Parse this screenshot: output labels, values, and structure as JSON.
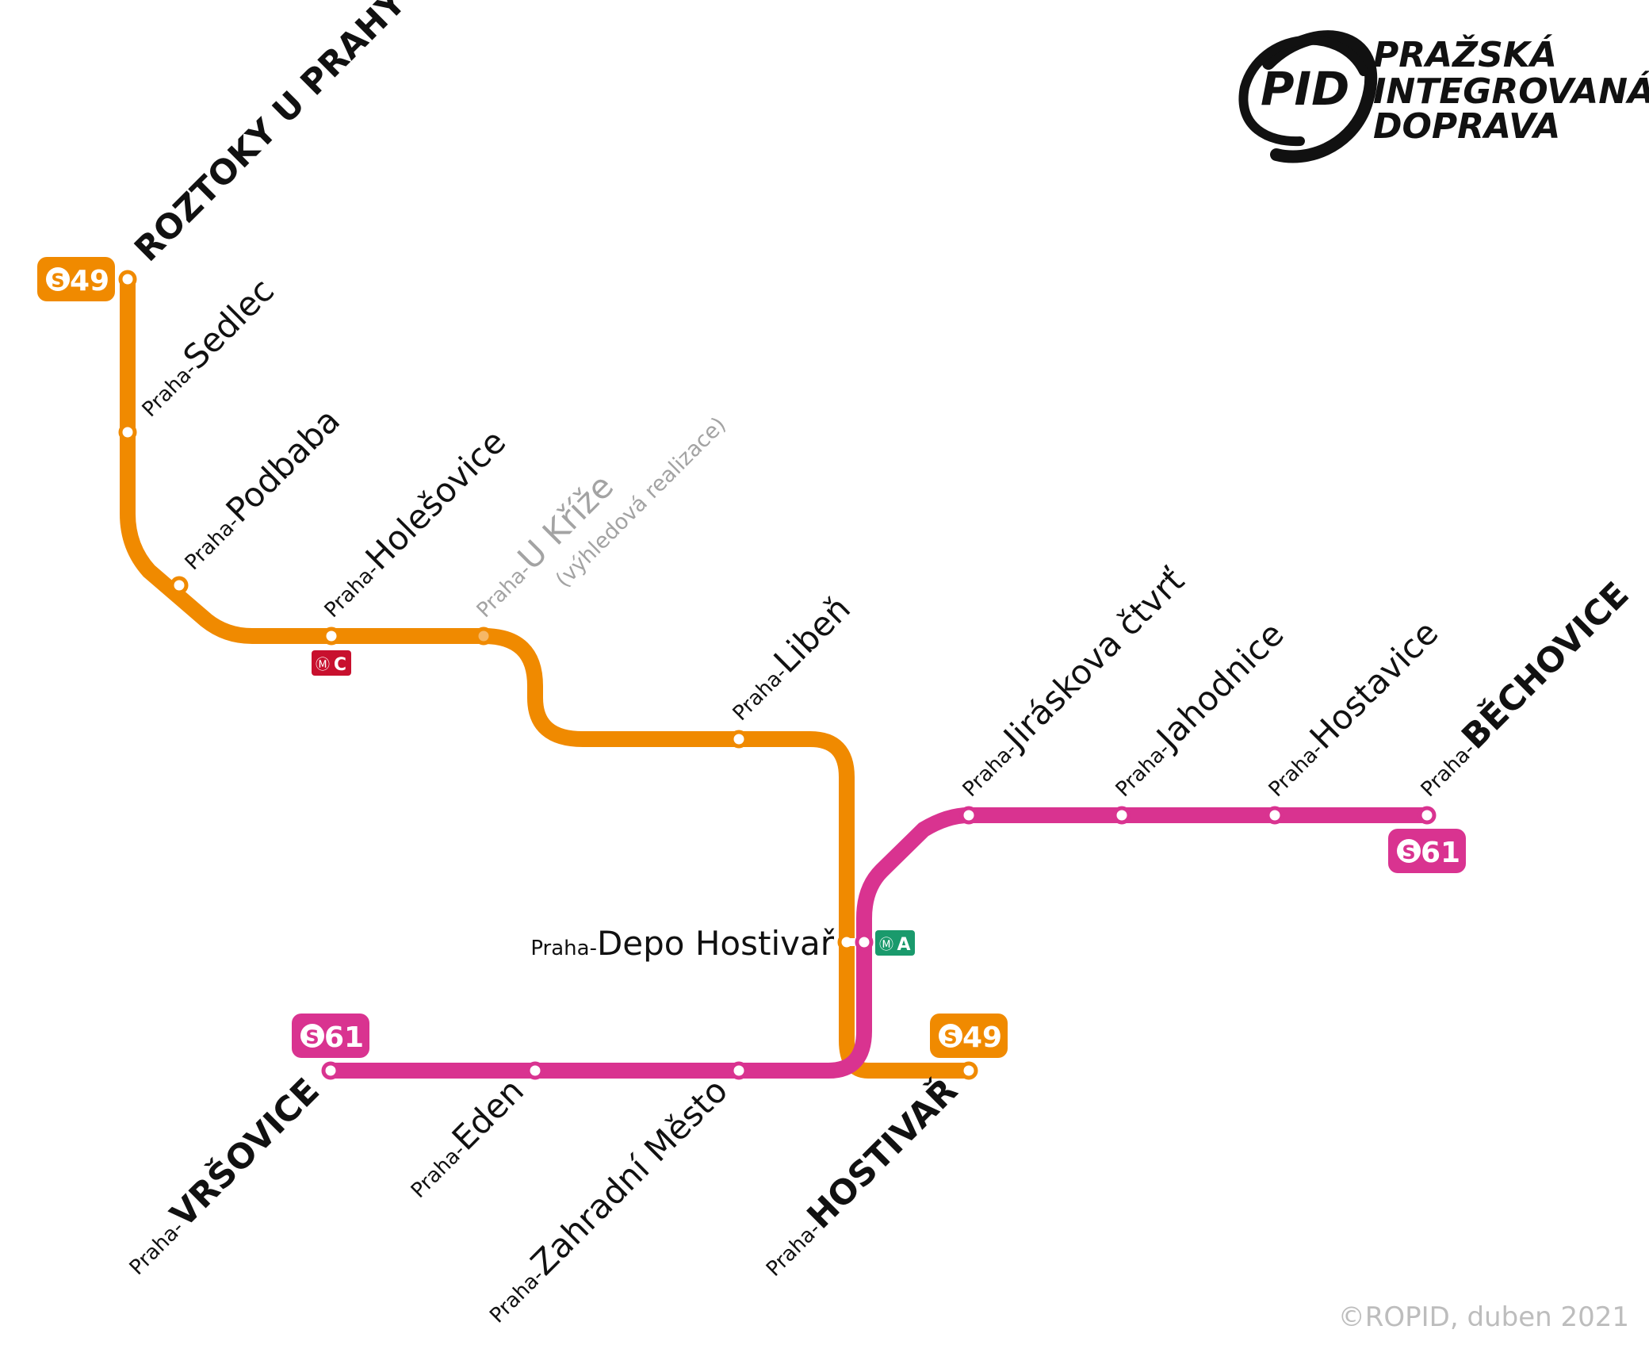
{
  "logo": {
    "mark": "PID",
    "line1": "PRAŽSKÁ",
    "line2": "INTEGROVANÁ",
    "line3": "DOPRAVA"
  },
  "copyright": "©ROPID, duben 2021",
  "colors": {
    "s49": "#f08a00",
    "s61": "#d93390",
    "metro_c": "#c8102e",
    "metro_a": "#1a9a6c",
    "planned": "#a3a3a3"
  },
  "lines": {
    "s49": {
      "name": "S49",
      "badge_letter": "S",
      "badge_number": "49"
    },
    "s61": {
      "name": "S61",
      "badge_letter": "S",
      "badge_number": "61"
    }
  },
  "metro": {
    "c": {
      "symbol": "Ⓜ",
      "letter": "C"
    },
    "a": {
      "symbol": "Ⓜ",
      "letter": "A"
    }
  },
  "stations": {
    "roztoky": {
      "name": "ROZTOKY U PRAHY"
    },
    "sedlec": {
      "prefix": "Praha-",
      "name": "Sedlec"
    },
    "podbaba": {
      "prefix": "Praha-",
      "name": "Podbaba"
    },
    "holesovice": {
      "prefix": "Praha-",
      "name": "Holešovice"
    },
    "ukrize": {
      "prefix": "Praha-",
      "name": "U Kříže",
      "note": "(výhledová realizace)"
    },
    "liben": {
      "prefix": "Praha-",
      "name": "Libeň"
    },
    "depo": {
      "prefix": "Praha-",
      "name": "Depo Hostivař"
    },
    "hostivar": {
      "prefix": "Praha-",
      "name": "HOSTIVAŘ"
    },
    "vrsovice": {
      "prefix": "Praha-",
      "name": "VRŠOVICE"
    },
    "eden": {
      "prefix": "Praha-",
      "name": "Eden"
    },
    "zahradni": {
      "prefix": "Praha-",
      "name": "Zahradní Město"
    },
    "jiraskova": {
      "prefix": "Praha-",
      "name": "Jiráskova čtvrť"
    },
    "jahodnice": {
      "prefix": "Praha-",
      "name": "Jahodnice"
    },
    "hostavice": {
      "prefix": "Praha-",
      "name": "Hostavice"
    },
    "bechovice": {
      "prefix": "Praha-",
      "name": "BĚCHOVICE"
    }
  }
}
